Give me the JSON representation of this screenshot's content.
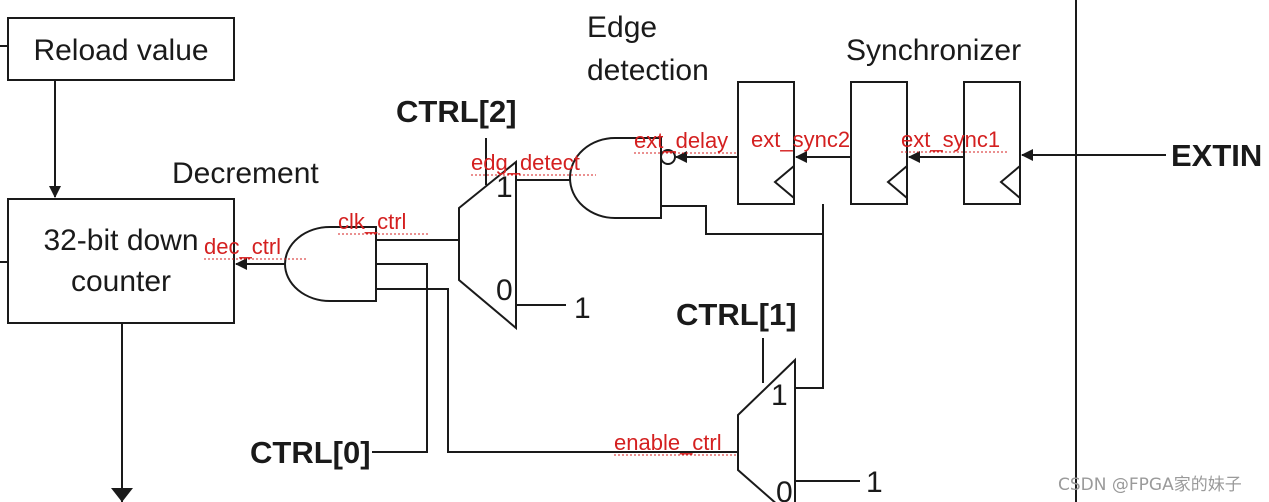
{
  "blocks": {
    "reload_value": "Reload value",
    "counter_line1": "32-bit down",
    "counter_line2": "counter"
  },
  "headings": {
    "decrement": "Decrement",
    "edge_line1": "Edge",
    "edge_line2": "detection",
    "synchronizer": "Synchronizer"
  },
  "controls": {
    "ctrl2": "CTRL[2]",
    "ctrl1": "CTRL[1]",
    "ctrl0": "CTRL[0]",
    "extin": "EXTIN"
  },
  "mux_inputs": {
    "mux_top_1": "1",
    "mux_top_0": "0",
    "mux_top_const": "1",
    "mux_bot_1": "1",
    "mux_bot_0": "0",
    "mux_bot_const": "1"
  },
  "signals": {
    "dec_ctrl": "dec_ctrl",
    "clk_ctrl": "clk_ctrl",
    "edg_detect": "edg_detect",
    "ext_delay": "ext_delay",
    "ext_sync2": "ext_sync2",
    "ext_sync1": "ext_sync1",
    "enable_ctrl": "enable_ctrl"
  },
  "watermark": "CSDN @FPGA家的妹子",
  "colors": {
    "annotation": "#d42020",
    "ink": "#1a1a1a"
  }
}
